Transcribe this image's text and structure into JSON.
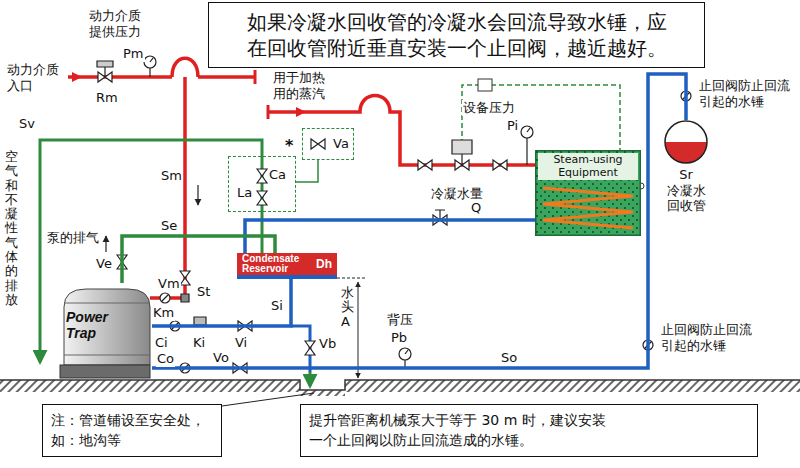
{
  "diagram": {
    "nodes": [
      {
        "text": [
          "如果冷凝水回收管的冷凝水会回流导致水锤，应 在回收管附近垂直安装一个止回阀，越近越好。"
        ]
      },
      {
        "text": [
          "*",
          "Ca",
          "La"
        ]
      },
      {
        "text": [
          "Va"
        ]
      },
      {
        "text": [
          "Sr",
          "冷凝水 回收管"
        ]
      },
      {
        "text": [
          "Steam-using Equipment"
        ]
      },
      {
        "text": [
          "Condensate Reservoir",
          "Dh"
        ]
      },
      {
        "text": [
          "Power Trap"
        ]
      },
      {
        "text": [
          "注：管道铺设至安全处， 如：地沟等"
        ]
      },
      {
        "text": [
          "提升管距离机械泵大于等于 30 m 时，建议安装 一个止回阀以防止回流造成的水锤。"
        ]
      }
    ],
    "edges": [
      {
        "from": 1,
        "to": 2,
        "arrow": "none"
      },
      {
        "from": 4,
        "to": 5,
        "arrow": "none"
      },
      {
        "from": 6,
        "to": 5,
        "arrow": "none"
      },
      {
        "from": 5,
        "to": 6,
        "arrow": "none"
      },
      {
        "from": 6,
        "to": 3,
        "arrow": "none"
      }
    ],
    "labels": [
      "动力介质 提供压力",
      "Pm",
      "动力介质 入口",
      "Rm",
      "Sv",
      "用于加热 用的蒸汽",
      "设备压力",
      "Pi",
      "止回阀防止回流 引起的水锤",
      "冷凝水量",
      "Q",
      "Sm",
      "Se",
      "泵的排气",
      "Ve",
      "空气和不凝性气体的排放",
      "Vm",
      "St",
      "Km",
      "Ci",
      "Ki",
      "Vi",
      "Si",
      "Vb",
      "水头 A",
      "背压",
      "Pb",
      "So",
      "Co",
      "Vo",
      "止回阀防止回流 引起的水锤"
    ]
  }
}
